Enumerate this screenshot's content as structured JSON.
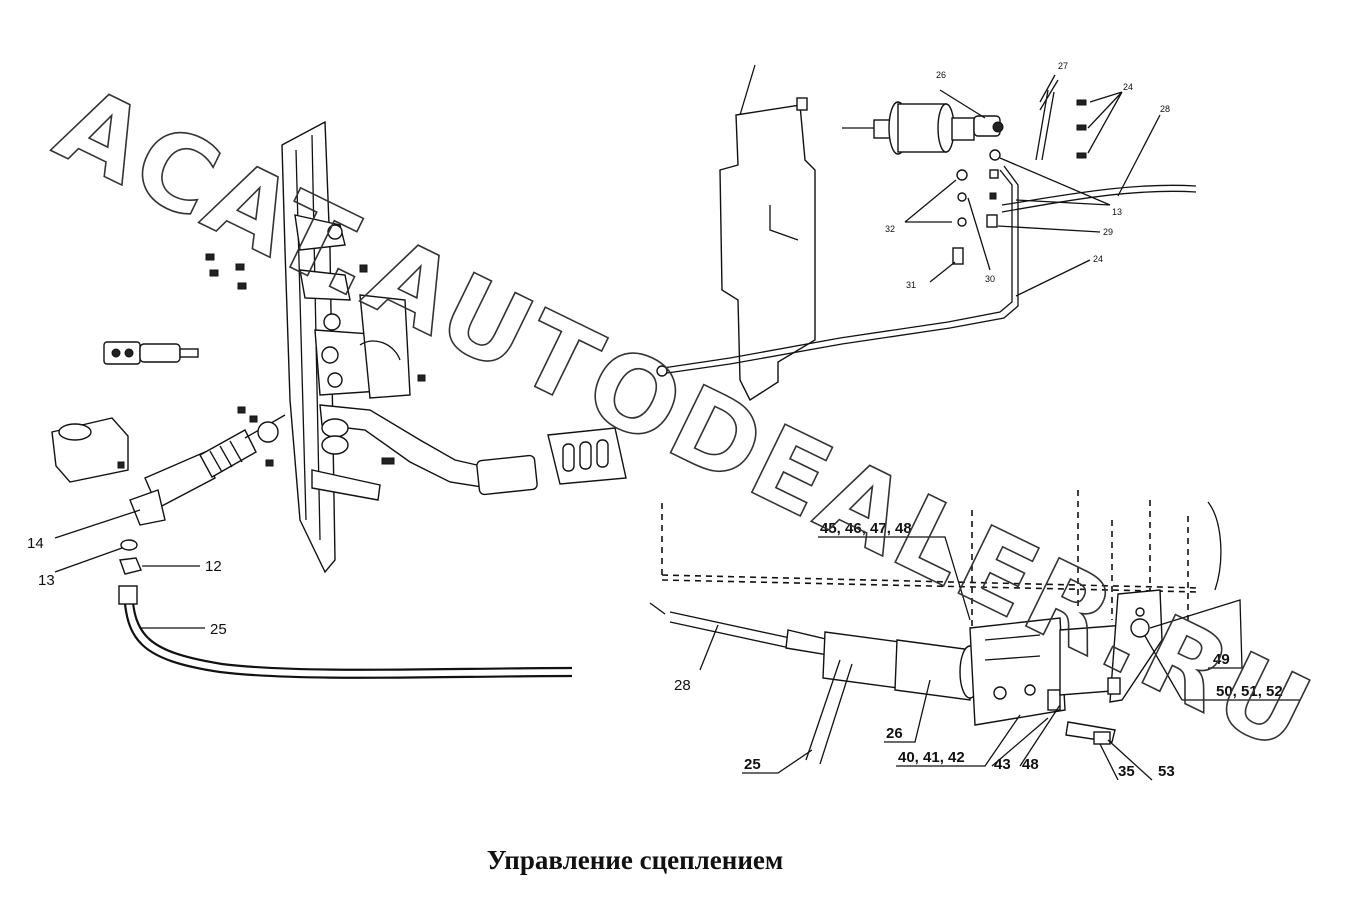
{
  "caption": "Управление сцеплением",
  "watermark": "ACAT.AUTODEALER.RU",
  "callouts": {
    "c14": "14",
    "c13": "13",
    "c12": "12",
    "c25_left": "25",
    "c26_top": "26",
    "c27": "27",
    "c24_top": "24",
    "c28_top": "28",
    "c13_top": "13",
    "c32": "32",
    "c29": "29",
    "c30": "30",
    "c31": "31",
    "c24_mid": "24",
    "c45": "45, 46, 47, 48",
    "c28_bottom": "28",
    "c49": "49",
    "c50": "50, 51, 52",
    "c26_bottom": "26",
    "c25_bottom": "25",
    "c40": "40, 41, 42",
    "c43": "43",
    "c48": "48",
    "c35": "35",
    "c53": "53"
  }
}
